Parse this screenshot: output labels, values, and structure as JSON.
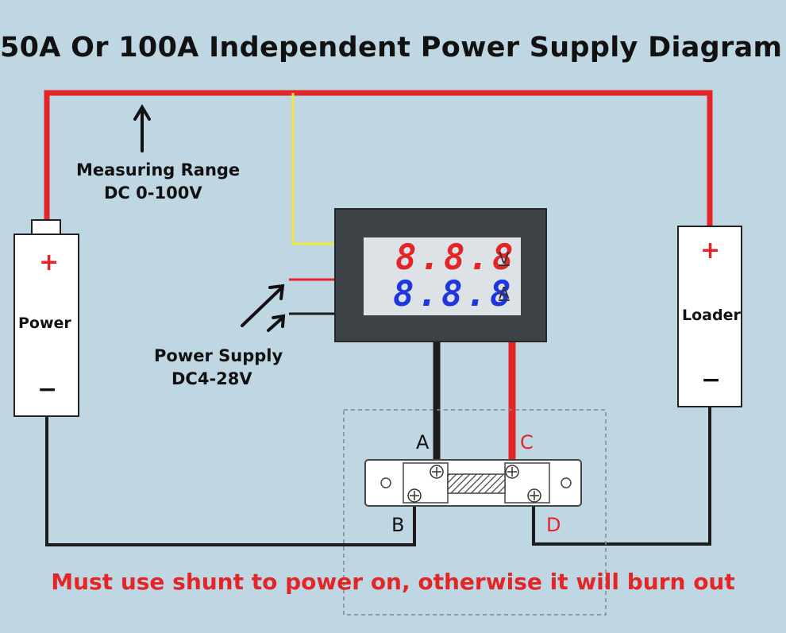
{
  "title": "50A Or 100A Independent Power Supply Diagram",
  "measuring_range": {
    "line1": "Measuring Range",
    "line2": "DC 0-100V"
  },
  "power_supply": {
    "line1": "Power Supply",
    "line2": "DC4-28V"
  },
  "power_block": {
    "label": "Power",
    "plus": "+",
    "minus": "−"
  },
  "loader_block": {
    "label": "Loader",
    "plus": "+",
    "minus": "−"
  },
  "meter": {
    "voltage_digits": "8.8.8",
    "current_digits": "8.8.8",
    "voltage_unit": "V",
    "current_unit": "A"
  },
  "terminals": {
    "a": "A",
    "b": "B",
    "c": "C",
    "d": "D"
  },
  "warning": "Must use shunt to power on, otherwise it will burn out",
  "colors": {
    "background": "#bfd7e3",
    "positive_wire": "#e42528",
    "negative_wire": "#1c1c1c",
    "sense_wire": "#f2e83a",
    "voltage_digits": "#e42528",
    "current_digits": "#1f35e0"
  }
}
